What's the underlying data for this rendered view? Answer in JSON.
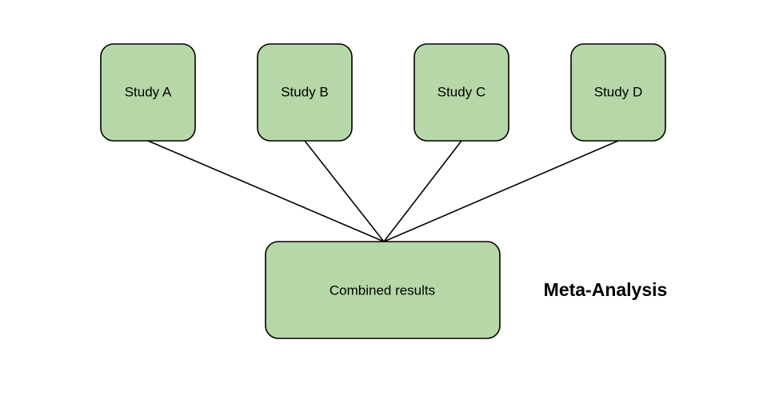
{
  "diagram": {
    "title": "Meta-Analysis",
    "studies": [
      {
        "label": "Study A"
      },
      {
        "label": "Study B"
      },
      {
        "label": "Study C"
      },
      {
        "label": "Study D"
      }
    ],
    "result": {
      "label": "Combined results"
    }
  },
  "colors": {
    "box_fill": "#b6d7a8",
    "box_stroke": "#000000",
    "line": "#000000",
    "background": "#ffffff"
  }
}
